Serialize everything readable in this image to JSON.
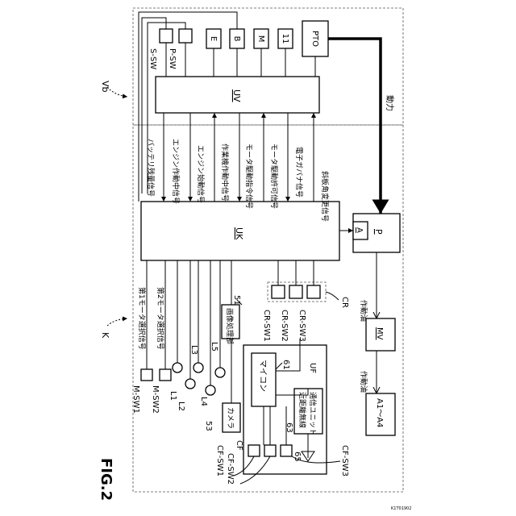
{
  "figure": {
    "title": "FIG.2",
    "code": "K1T01902"
  },
  "regions": {
    "vb": "Vb",
    "k": "K",
    "cr": "CR",
    "uf": "UF"
  },
  "blocks": {
    "uk": "UK",
    "uv": "UV",
    "pto": "PTO",
    "p": "P",
    "a": "A",
    "mv": "MV",
    "actuators": "A1～A4",
    "microcomputer": "マイコン",
    "comm_unit_line1": "近距離無線",
    "comm_unit_line2": "通信ユニット",
    "image_proc": "画像処理部",
    "camera": "カメラ",
    "e": "E",
    "b": "B",
    "m": "M",
    "eleven": "11"
  },
  "refs": {
    "r51": "51",
    "r53": "53",
    "r61": "61",
    "r63": "63",
    "r65": "65",
    "cf": "CF"
  },
  "switches": {
    "s_sw": "S-SW",
    "p_sw": "P-SW",
    "m_sw1": "M-SW1",
    "m_sw2": "M-SW2",
    "cr_sw1": "CR-SW1",
    "cr_sw2": "CR-SW2",
    "cr_sw3": "CR-SW3",
    "cf_sw1": "CF-SW1",
    "cf_sw2": "CF-SW2",
    "cf_sw3": "CF-SW3"
  },
  "lamps": {
    "l1": "L1",
    "l2": "L2",
    "l3": "L3",
    "l4": "L4",
    "l5": "L5"
  },
  "signals": {
    "battery_remaining": "バッテリ残量信号",
    "engine_running": "エンジン作動中信号",
    "engine_start": "エンジン始動信号",
    "work_machine_running": "作業機作動中信号",
    "motor_drive_cmd": "モータ駆動指令信号",
    "motor_drive_permit": "モータ駆動許可信号",
    "electronic_governor": "電子ガバナ信号",
    "swash_plate_angle": "斜板角変更信号",
    "motor1_select": "第1モータ選択信号",
    "motor2_select": "第2モータ選択信号"
  },
  "flows": {
    "power": "動力",
    "hydraulic_oil_1": "作動油",
    "hydraulic_oil_2": "作動油"
  }
}
